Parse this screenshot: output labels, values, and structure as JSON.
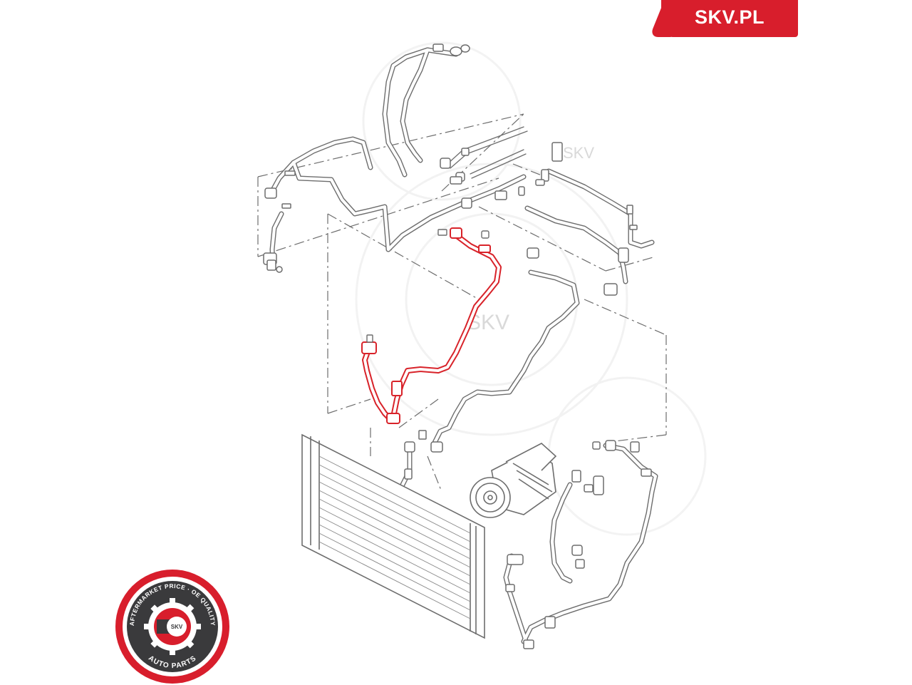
{
  "brand": {
    "site_label": "SKV.PL",
    "accent_color": "#d81e2c",
    "line_color": "#6d6d6d",
    "highlight_color": "#d8232a"
  },
  "watermark": {
    "text": "SKV"
  },
  "seal": {
    "ring_top_text": "AFTERMARKET PRICE · OE QUALITY",
    "ring_bottom_text": "AUTO PARTS",
    "center_text": "SKV",
    "icon": "gear-logo-icon"
  },
  "diagram": {
    "subject": "air-conditioning refrigerant lines with condenser and compressor",
    "highlighted_part": "refrigerant-hose"
  }
}
